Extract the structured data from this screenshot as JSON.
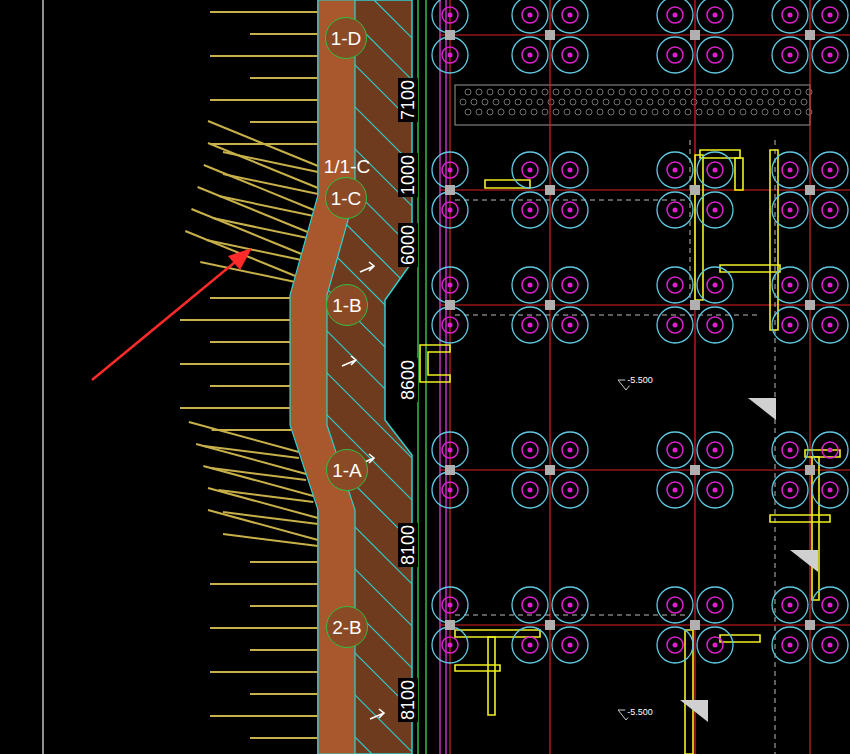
{
  "diagram": {
    "nodes": [
      {
        "text": [
          "1-D"
        ]
      },
      {
        "text": [
          "1-C"
        ]
      },
      {
        "text": [
          "1-B"
        ]
      },
      {
        "text": [
          "1-A"
        ]
      },
      {
        "text": [
          "2-B"
        ]
      }
    ],
    "labels": [
      "1/1-C",
      "7100",
      "1000",
      "6000",
      "8600",
      "8100",
      "8100",
      "-5.500",
      "-5.500"
    ]
  }
}
